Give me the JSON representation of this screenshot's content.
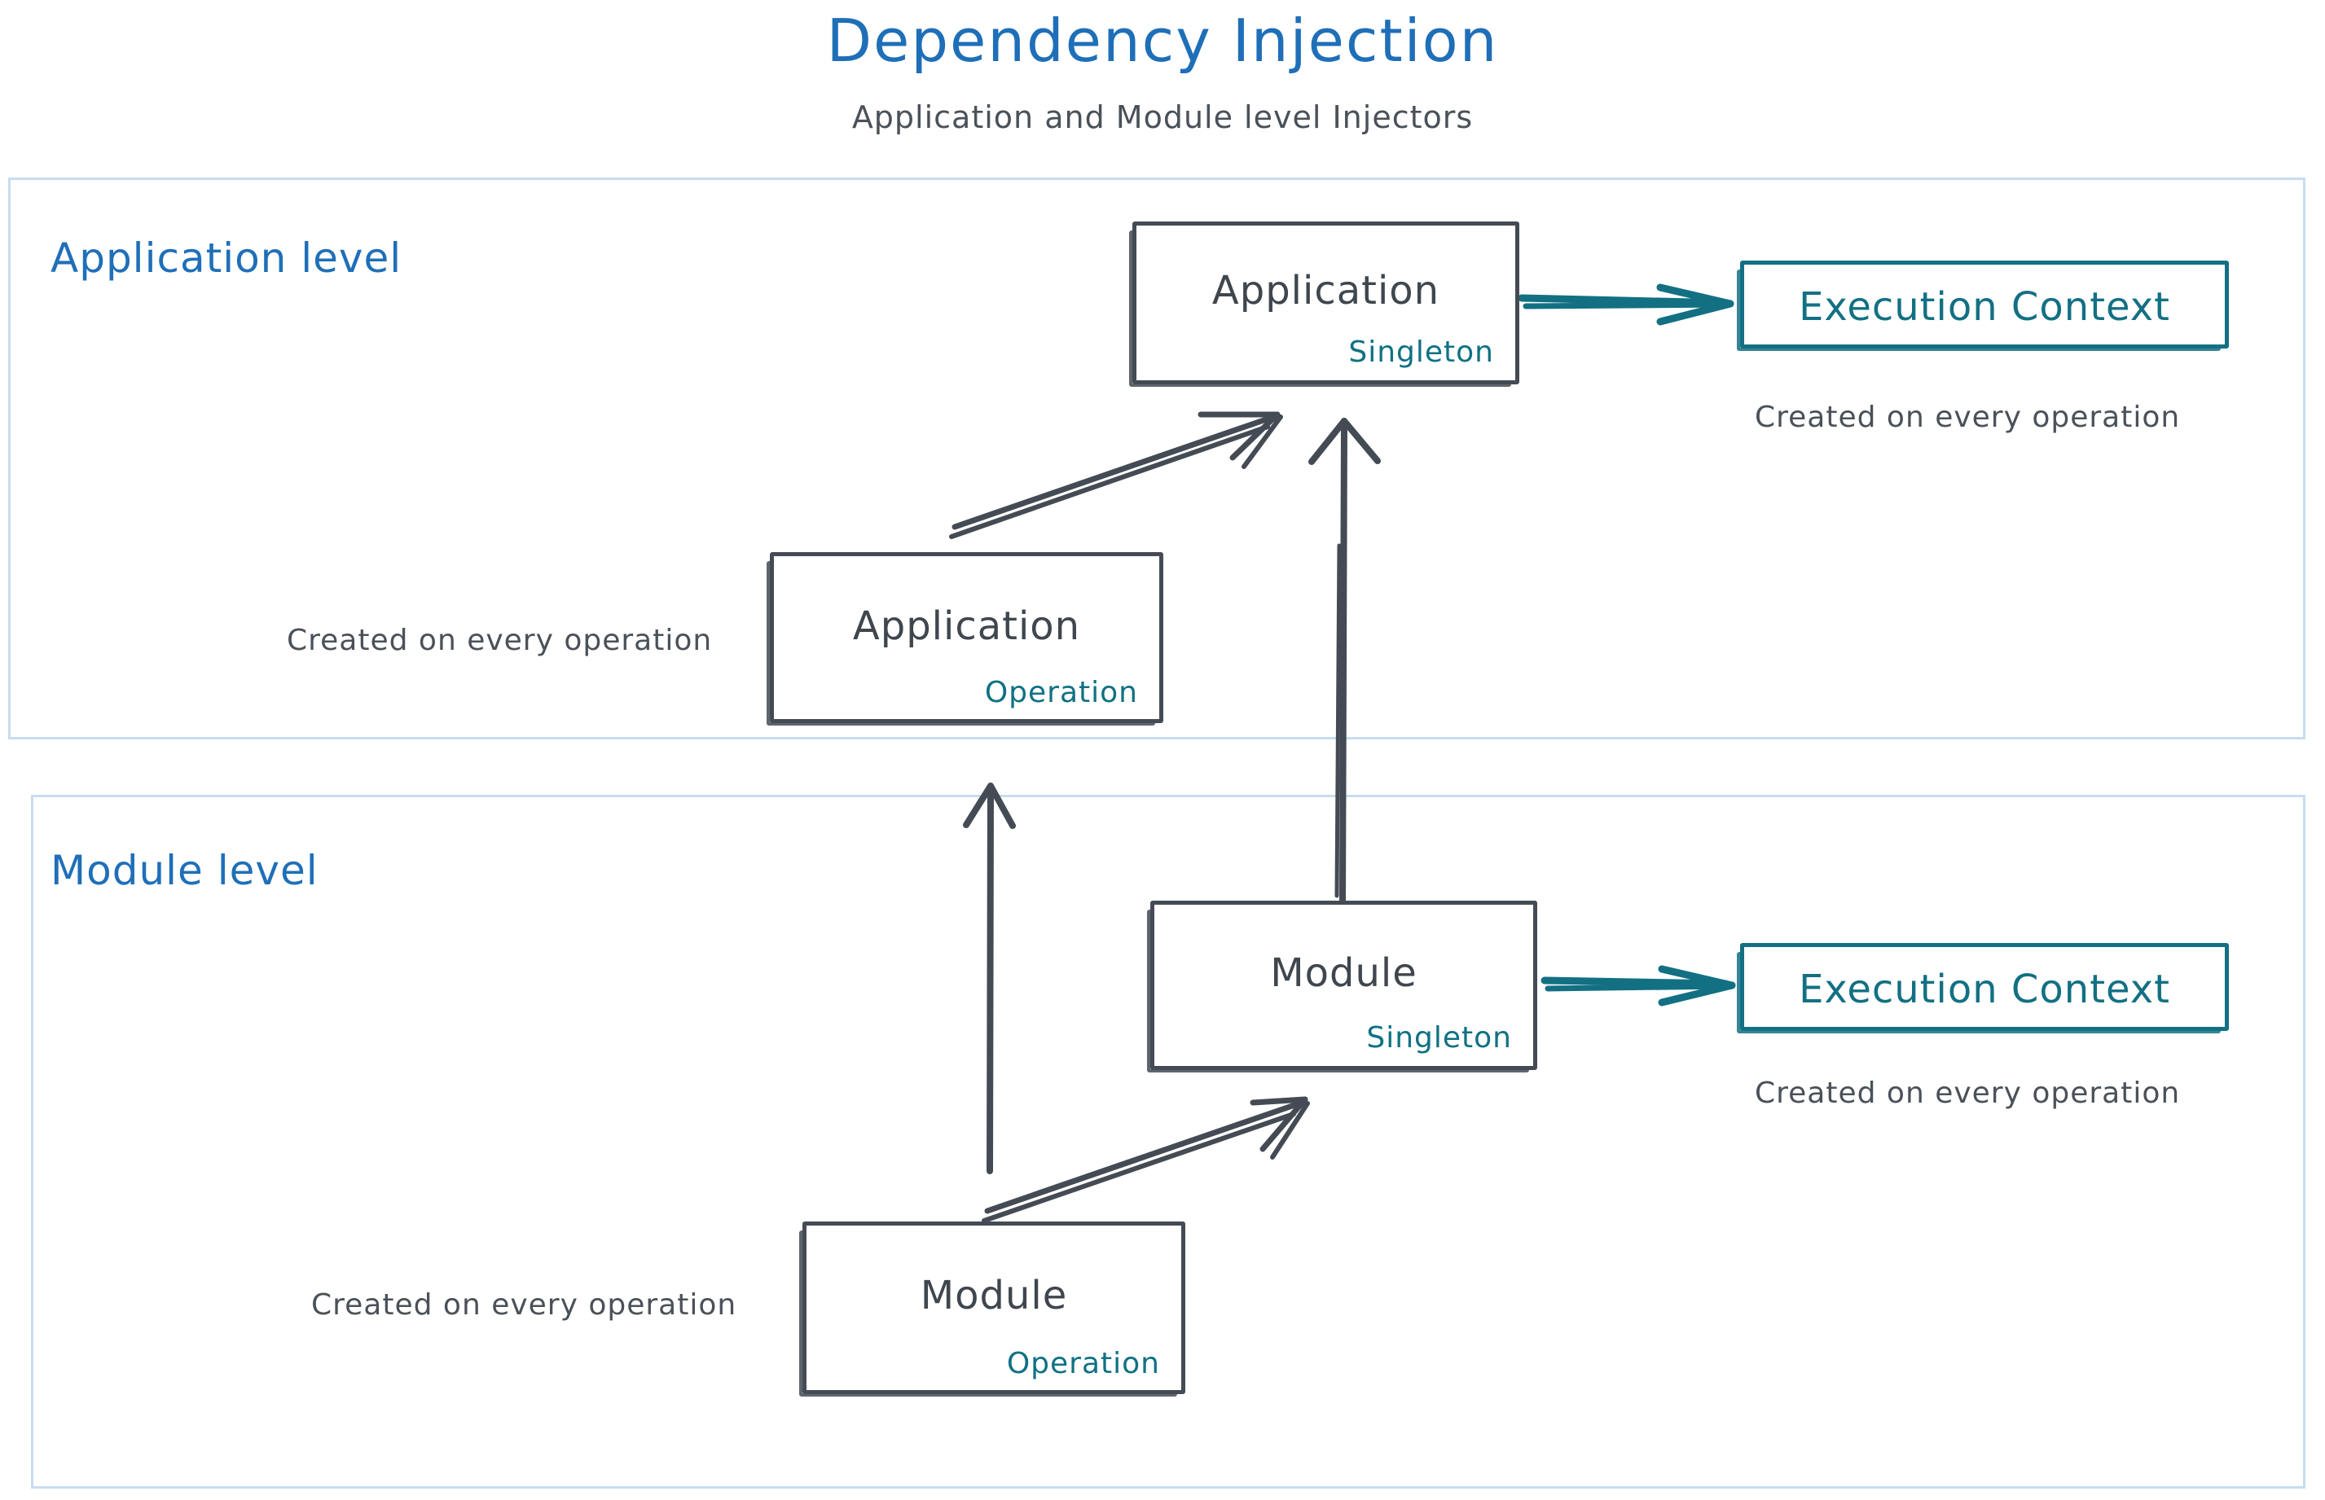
{
  "title": "Dependency Injection",
  "subtitle": "Application and Module level Injectors",
  "colors": {
    "title_blue": "#1f6fb8",
    "panel_border": "#c7dcf0",
    "box_gray": "#444b54",
    "teal": "#137083",
    "caption_gray": "#4a5159"
  },
  "panels": [
    {
      "id": "application",
      "label": "Application level"
    },
    {
      "id": "module",
      "label": "Module level"
    }
  ],
  "boxes": {
    "application_singleton": {
      "title": "Application",
      "scope": "Singleton"
    },
    "application_operation": {
      "title": "Application",
      "scope": "Operation"
    },
    "module_singleton": {
      "title": "Module",
      "scope": "Singleton"
    },
    "module_operation": {
      "title": "Module",
      "scope": "Operation"
    },
    "execution_context_application": {
      "title": "Execution Context"
    },
    "execution_context_module": {
      "title": "Execution Context"
    }
  },
  "captions": {
    "exec_context_application": "Created on every operation",
    "exec_context_module": "Created on every operation",
    "application_operation": "Created on every operation",
    "module_operation": "Created on every operation"
  },
  "arrows": [
    {
      "id": "app-singleton-to-exec-context",
      "from": "Application (Singleton)",
      "to": "Execution Context",
      "color": "#137083",
      "style": "horizontal"
    },
    {
      "id": "app-operation-to-app-singleton",
      "from": "Application (Operation)",
      "to": "Application (Singleton)",
      "color": "#444b54",
      "style": "diagonal"
    },
    {
      "id": "module-singleton-to-app-singleton",
      "from": "Module (Singleton)",
      "to": "Application (Singleton)",
      "color": "#444b54",
      "style": "vertical"
    },
    {
      "id": "module-operation-to-app-operation",
      "from": "Module (Operation)",
      "to": "Application (Operation)",
      "color": "#444b54",
      "style": "vertical"
    },
    {
      "id": "module-operation-to-module-singleton",
      "from": "Module (Operation)",
      "to": "Module (Singleton)",
      "color": "#444b54",
      "style": "diagonal"
    },
    {
      "id": "module-singleton-to-exec-context",
      "from": "Module (Singleton)",
      "to": "Execution Context",
      "color": "#137083",
      "style": "horizontal"
    }
  ]
}
